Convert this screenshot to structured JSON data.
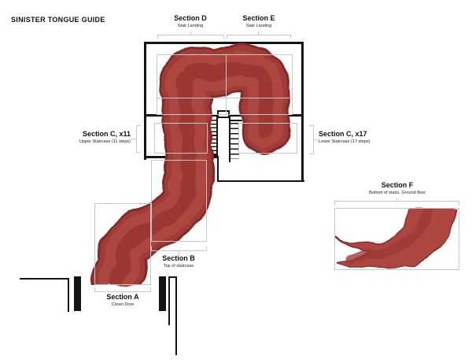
{
  "title": "SINISTER TONGUE GUIDE",
  "sections": {
    "a": {
      "title": "Section A",
      "subtitle": "Clown Door"
    },
    "b": {
      "title": "Section B",
      "subtitle": "Top of staircase"
    },
    "c11": {
      "title": "Section C, x11",
      "subtitle": "Upper Staircase (11 steps)"
    },
    "c17": {
      "title": "Section C, x17",
      "subtitle": "Lower Staircase (17 steps)"
    },
    "d": {
      "title": "Section D",
      "subtitle": "Stair Landing"
    },
    "e": {
      "title": "Section E",
      "subtitle": "Stair Landing"
    },
    "f": {
      "title": "Section F",
      "subtitle": "Bottom of stairs, Ground floor"
    }
  },
  "colors": {
    "wall": "#141414",
    "guide": "#c6c6c6",
    "tongue_rim": "#8c2f2d",
    "tongue_edge": "#ad423c",
    "tongue_body": "#bb4f46",
    "tongue_core": "#a83e39"
  }
}
